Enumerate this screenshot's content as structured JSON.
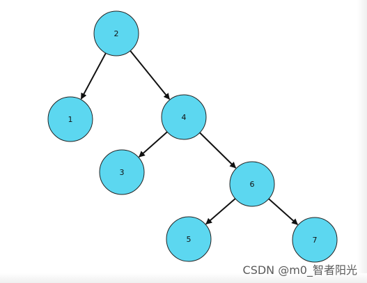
{
  "diagram": {
    "node_fill": "#5cd7f0",
    "node_stroke": "#222222",
    "edge_color": "#111111",
    "nodes": [
      {
        "id": "n2",
        "label": "2"
      },
      {
        "id": "n1",
        "label": "1"
      },
      {
        "id": "n4",
        "label": "4"
      },
      {
        "id": "n3",
        "label": "3"
      },
      {
        "id": "n6",
        "label": "6"
      },
      {
        "id": "n5",
        "label": "5"
      },
      {
        "id": "n7",
        "label": "7"
      }
    ],
    "edges": [
      {
        "from": "n2",
        "to": "n1"
      },
      {
        "from": "n2",
        "to": "n4"
      },
      {
        "from": "n4",
        "to": "n3"
      },
      {
        "from": "n4",
        "to": "n6"
      },
      {
        "from": "n6",
        "to": "n5"
      },
      {
        "from": "n6",
        "to": "n7"
      }
    ]
  },
  "watermark": {
    "text": "CSDN @m0_智者阳光"
  }
}
